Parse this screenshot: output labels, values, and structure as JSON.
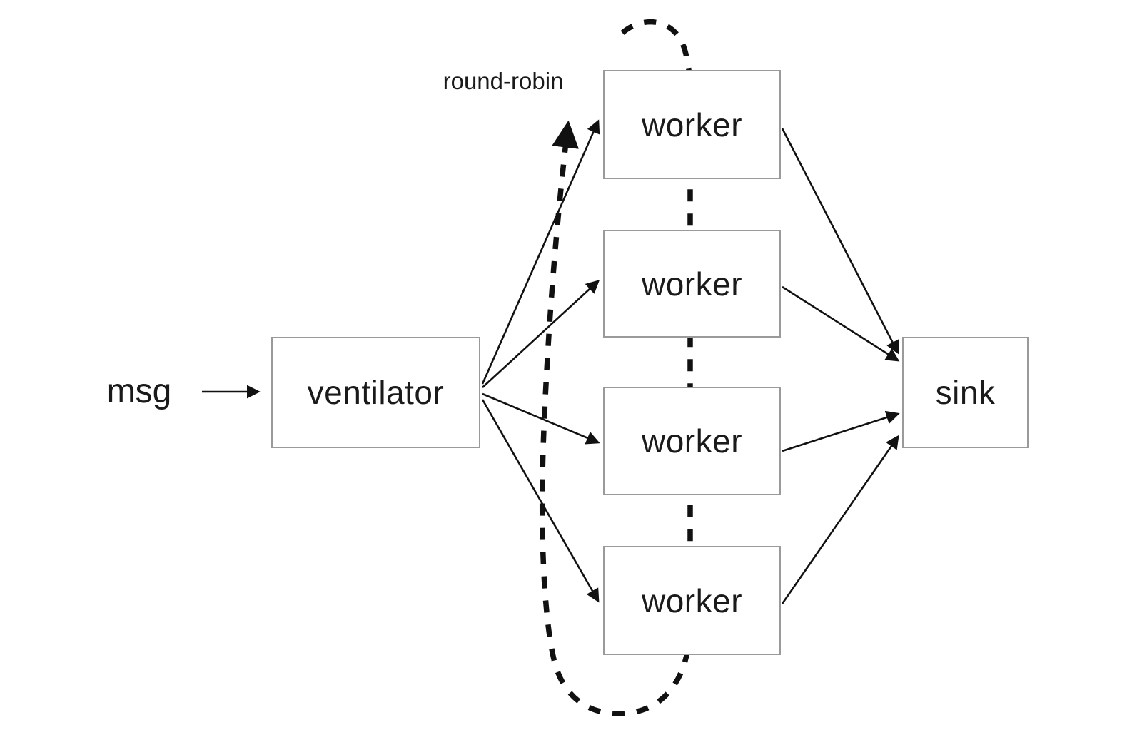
{
  "diagram": {
    "title": "ventilator / worker / sink fan-out fan-in pattern",
    "background_color": "#ffffff",
    "box_border_color": "#9a9a9a",
    "line_color": "#111111",
    "nodes": {
      "msg": {
        "label": "msg"
      },
      "ventilator": {
        "label": "ventilator"
      },
      "workers": [
        {
          "label": "worker"
        },
        {
          "label": "worker"
        },
        {
          "label": "worker"
        },
        {
          "label": "worker"
        }
      ],
      "sink": {
        "label": "sink"
      }
    },
    "annotations": {
      "round_robin": "round-robin"
    },
    "edges": [
      {
        "from": "msg",
        "to": "ventilator",
        "style": "solid-arrow"
      },
      {
        "from": "ventilator",
        "to": "worker-1",
        "style": "solid-arrow"
      },
      {
        "from": "ventilator",
        "to": "worker-2",
        "style": "solid-arrow"
      },
      {
        "from": "ventilator",
        "to": "worker-3",
        "style": "solid-arrow"
      },
      {
        "from": "ventilator",
        "to": "worker-4",
        "style": "solid-arrow"
      },
      {
        "from": "worker-1",
        "to": "sink",
        "style": "solid-arrow"
      },
      {
        "from": "worker-2",
        "to": "sink",
        "style": "solid-arrow"
      },
      {
        "from": "worker-3",
        "to": "sink",
        "style": "solid-arrow"
      },
      {
        "from": "worker-4",
        "to": "sink",
        "style": "solid-arrow"
      },
      {
        "from": "worker-4",
        "to": "worker-1",
        "style": "dashed-loop-arrow",
        "meaning": "round-robin distribution across workers"
      }
    ]
  }
}
